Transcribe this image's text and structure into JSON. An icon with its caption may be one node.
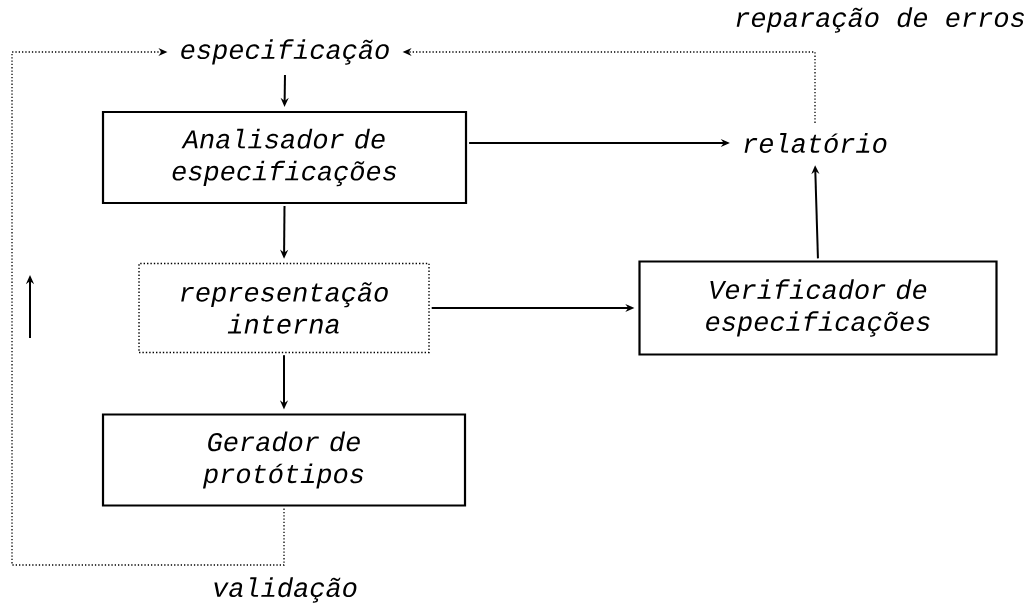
{
  "diagram": {
    "nodes": [
      {
        "text": [
          "especificação"
        ]
      },
      {
        "text": [
          "Analisador de especificações"
        ]
      },
      {
        "text": [
          "relatório"
        ]
      },
      {
        "text": [
          "representação interna"
        ]
      },
      {
        "text": [
          "Verificador de especificações"
        ]
      },
      {
        "text": [
          "Gerador de protótipos"
        ]
      }
    ],
    "edges": [
      {
        "from": 0,
        "to": 1,
        "arrow": "to"
      },
      {
        "from": 1,
        "to": 2,
        "arrow": "to"
      },
      {
        "from": 1,
        "to": 3,
        "arrow": "to"
      },
      {
        "from": 3,
        "to": 4,
        "arrow": "to"
      },
      {
        "from": 4,
        "to": 2,
        "arrow": "to"
      },
      {
        "from": 3,
        "to": 5,
        "arrow": "to"
      },
      {
        "from": 5,
        "to": 0,
        "arrow": "to",
        "style": "dashed",
        "label": "validação"
      },
      {
        "from": 2,
        "to": 0,
        "arrow": "to",
        "style": "dashed",
        "label": "reparação de erros"
      }
    ]
  }
}
